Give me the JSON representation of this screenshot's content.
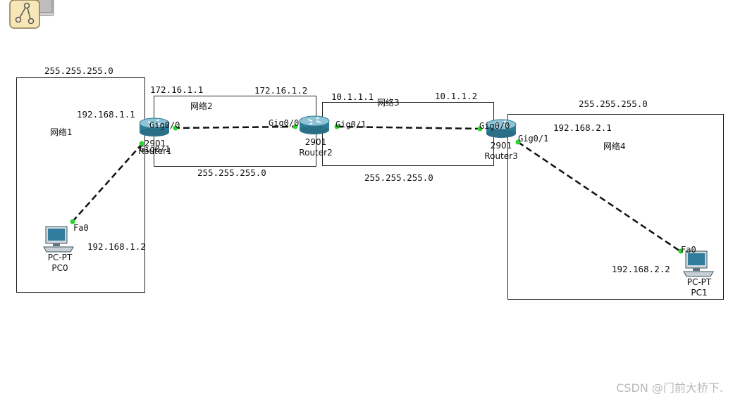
{
  "toolbar": {
    "icon": "logical-workspace-icon"
  },
  "networks": [
    {
      "name": "网络1",
      "mask": "255.255.255.0"
    },
    {
      "name": "网络2",
      "mask": "255.255.255.0"
    },
    {
      "name": "网络3",
      "mask": "255.255.255.0"
    },
    {
      "name": "网络4",
      "mask": "255.255.255.0"
    }
  ],
  "devices": {
    "router1": {
      "model": "2901",
      "name": "Router1",
      "ports": [
        "Gig0/0",
        "Gig0/1"
      ]
    },
    "router2": {
      "model": "2901",
      "name": "Router2",
      "ports": [
        "Gig0/0",
        "Gig0/1"
      ]
    },
    "router3": {
      "model": "2901",
      "name": "Router3",
      "ports": [
        "Gig0/0",
        "Gig0/1"
      ]
    },
    "pc0": {
      "type": "PC-PT",
      "name": "PC0",
      "port": "Fa0"
    },
    "pc1": {
      "type": "PC-PT",
      "name": "PC1",
      "port": "Fa0"
    }
  },
  "addresses": {
    "r1_g01": "192.168.1.1",
    "pc0": "192.168.1.2",
    "r1_g00": "172.16.1.1",
    "r2_g00": "172.16.1.2",
    "r2_g01": "10.1.1.1",
    "r3_g00": "10.1.1.2",
    "r3_g01": "192.168.2.1",
    "pc1": "192.168.2.2"
  },
  "watermark": "CSDN @门前大桥下.",
  "colors": {
    "link": "#111111",
    "port_up": "#2bd42b",
    "router": "#3f8fa8"
  }
}
